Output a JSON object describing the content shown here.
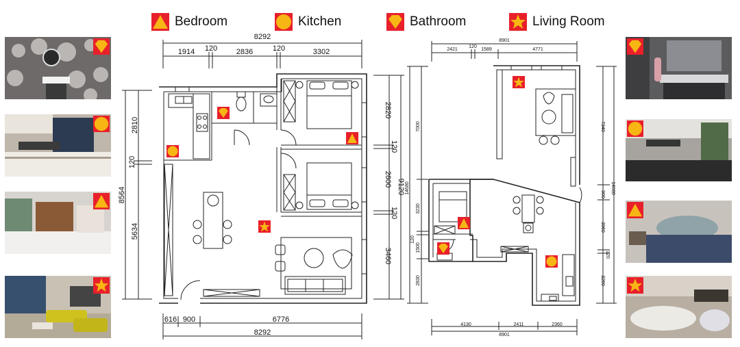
{
  "legend": [
    {
      "icon": "triangle-marker-icon",
      "label": "Bedroom"
    },
    {
      "icon": "circle-marker-icon",
      "label": "Kitchen"
    },
    {
      "icon": "diamond-marker-icon",
      "label": "Bathroom"
    },
    {
      "icon": "star-marker-icon",
      "label": "Living Room"
    }
  ],
  "colors": {
    "marker_bg": "#e8202a",
    "marker_fg": "#f7b614",
    "line": "#222222"
  },
  "plan_a": {
    "top_total": "8292",
    "top_segments": [
      "1914",
      "120",
      "2836",
      "120",
      "3302"
    ],
    "bottom_segments": [
      "616",
      "900",
      "6776"
    ],
    "bottom_total": "8292",
    "left_total": "8564",
    "left_segments": [
      "2810",
      "120",
      "5634"
    ],
    "right_total": "9120",
    "right_segments": [
      "2820",
      "120",
      "2600",
      "120",
      "3460"
    ]
  },
  "plan_b": {
    "top_total": "8901",
    "top_segments": [
      "2421",
      "120",
      "1589",
      "4771"
    ],
    "bottom_segments": [
      "4130",
      "2411",
      "2360"
    ],
    "bottom_total": "8901",
    "left_total": "14680",
    "left_segments": [
      "7000",
      "3230",
      "120",
      "1500",
      "2830"
    ],
    "right_total": "14680",
    "right_segments": [
      "7340",
      "900",
      "3960",
      "120",
      "3260"
    ]
  },
  "photos_left": [
    "bathroom-photo",
    "kitchen-photo",
    "bedroom-photo",
    "living-room-photo"
  ],
  "photos_right": [
    "bathroom-photo",
    "kitchen-photo",
    "bedroom-photo",
    "living-room-photo"
  ]
}
